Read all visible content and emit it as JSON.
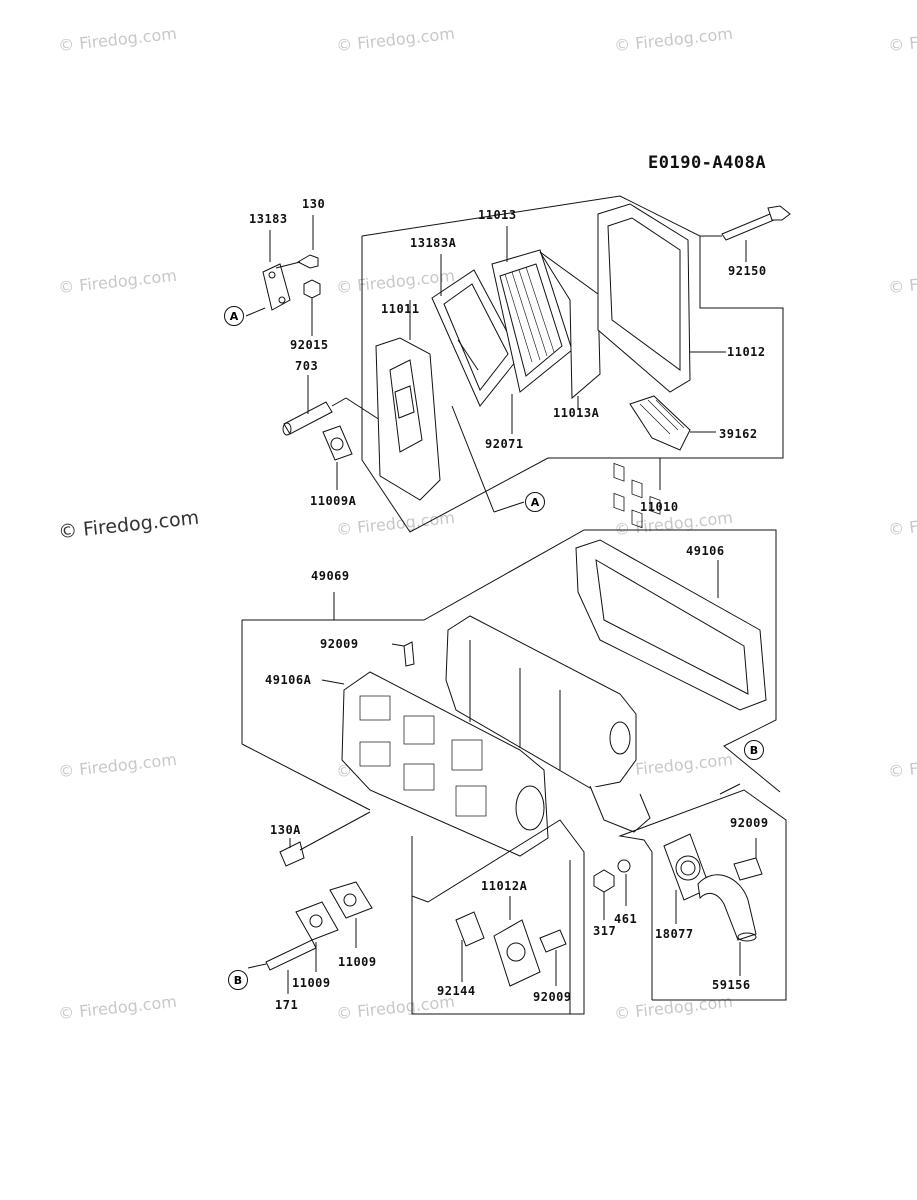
{
  "diagram_code": "E0190-A408A",
  "watermark_text": "© Firedog.com",
  "callout_refs": [
    "A",
    "B"
  ],
  "parts": [
    "13183",
    "130",
    "92015",
    "703",
    "11009A",
    "11011",
    "13183A",
    "11013",
    "92071",
    "11013A",
    "11012",
    "92150",
    "39162",
    "11010",
    "49069",
    "49106",
    "92009",
    "49106A",
    "130A",
    "11009",
    "171",
    "92144",
    "11012A",
    "317",
    "461",
    "18077",
    "59156"
  ],
  "line_color": "#111111"
}
